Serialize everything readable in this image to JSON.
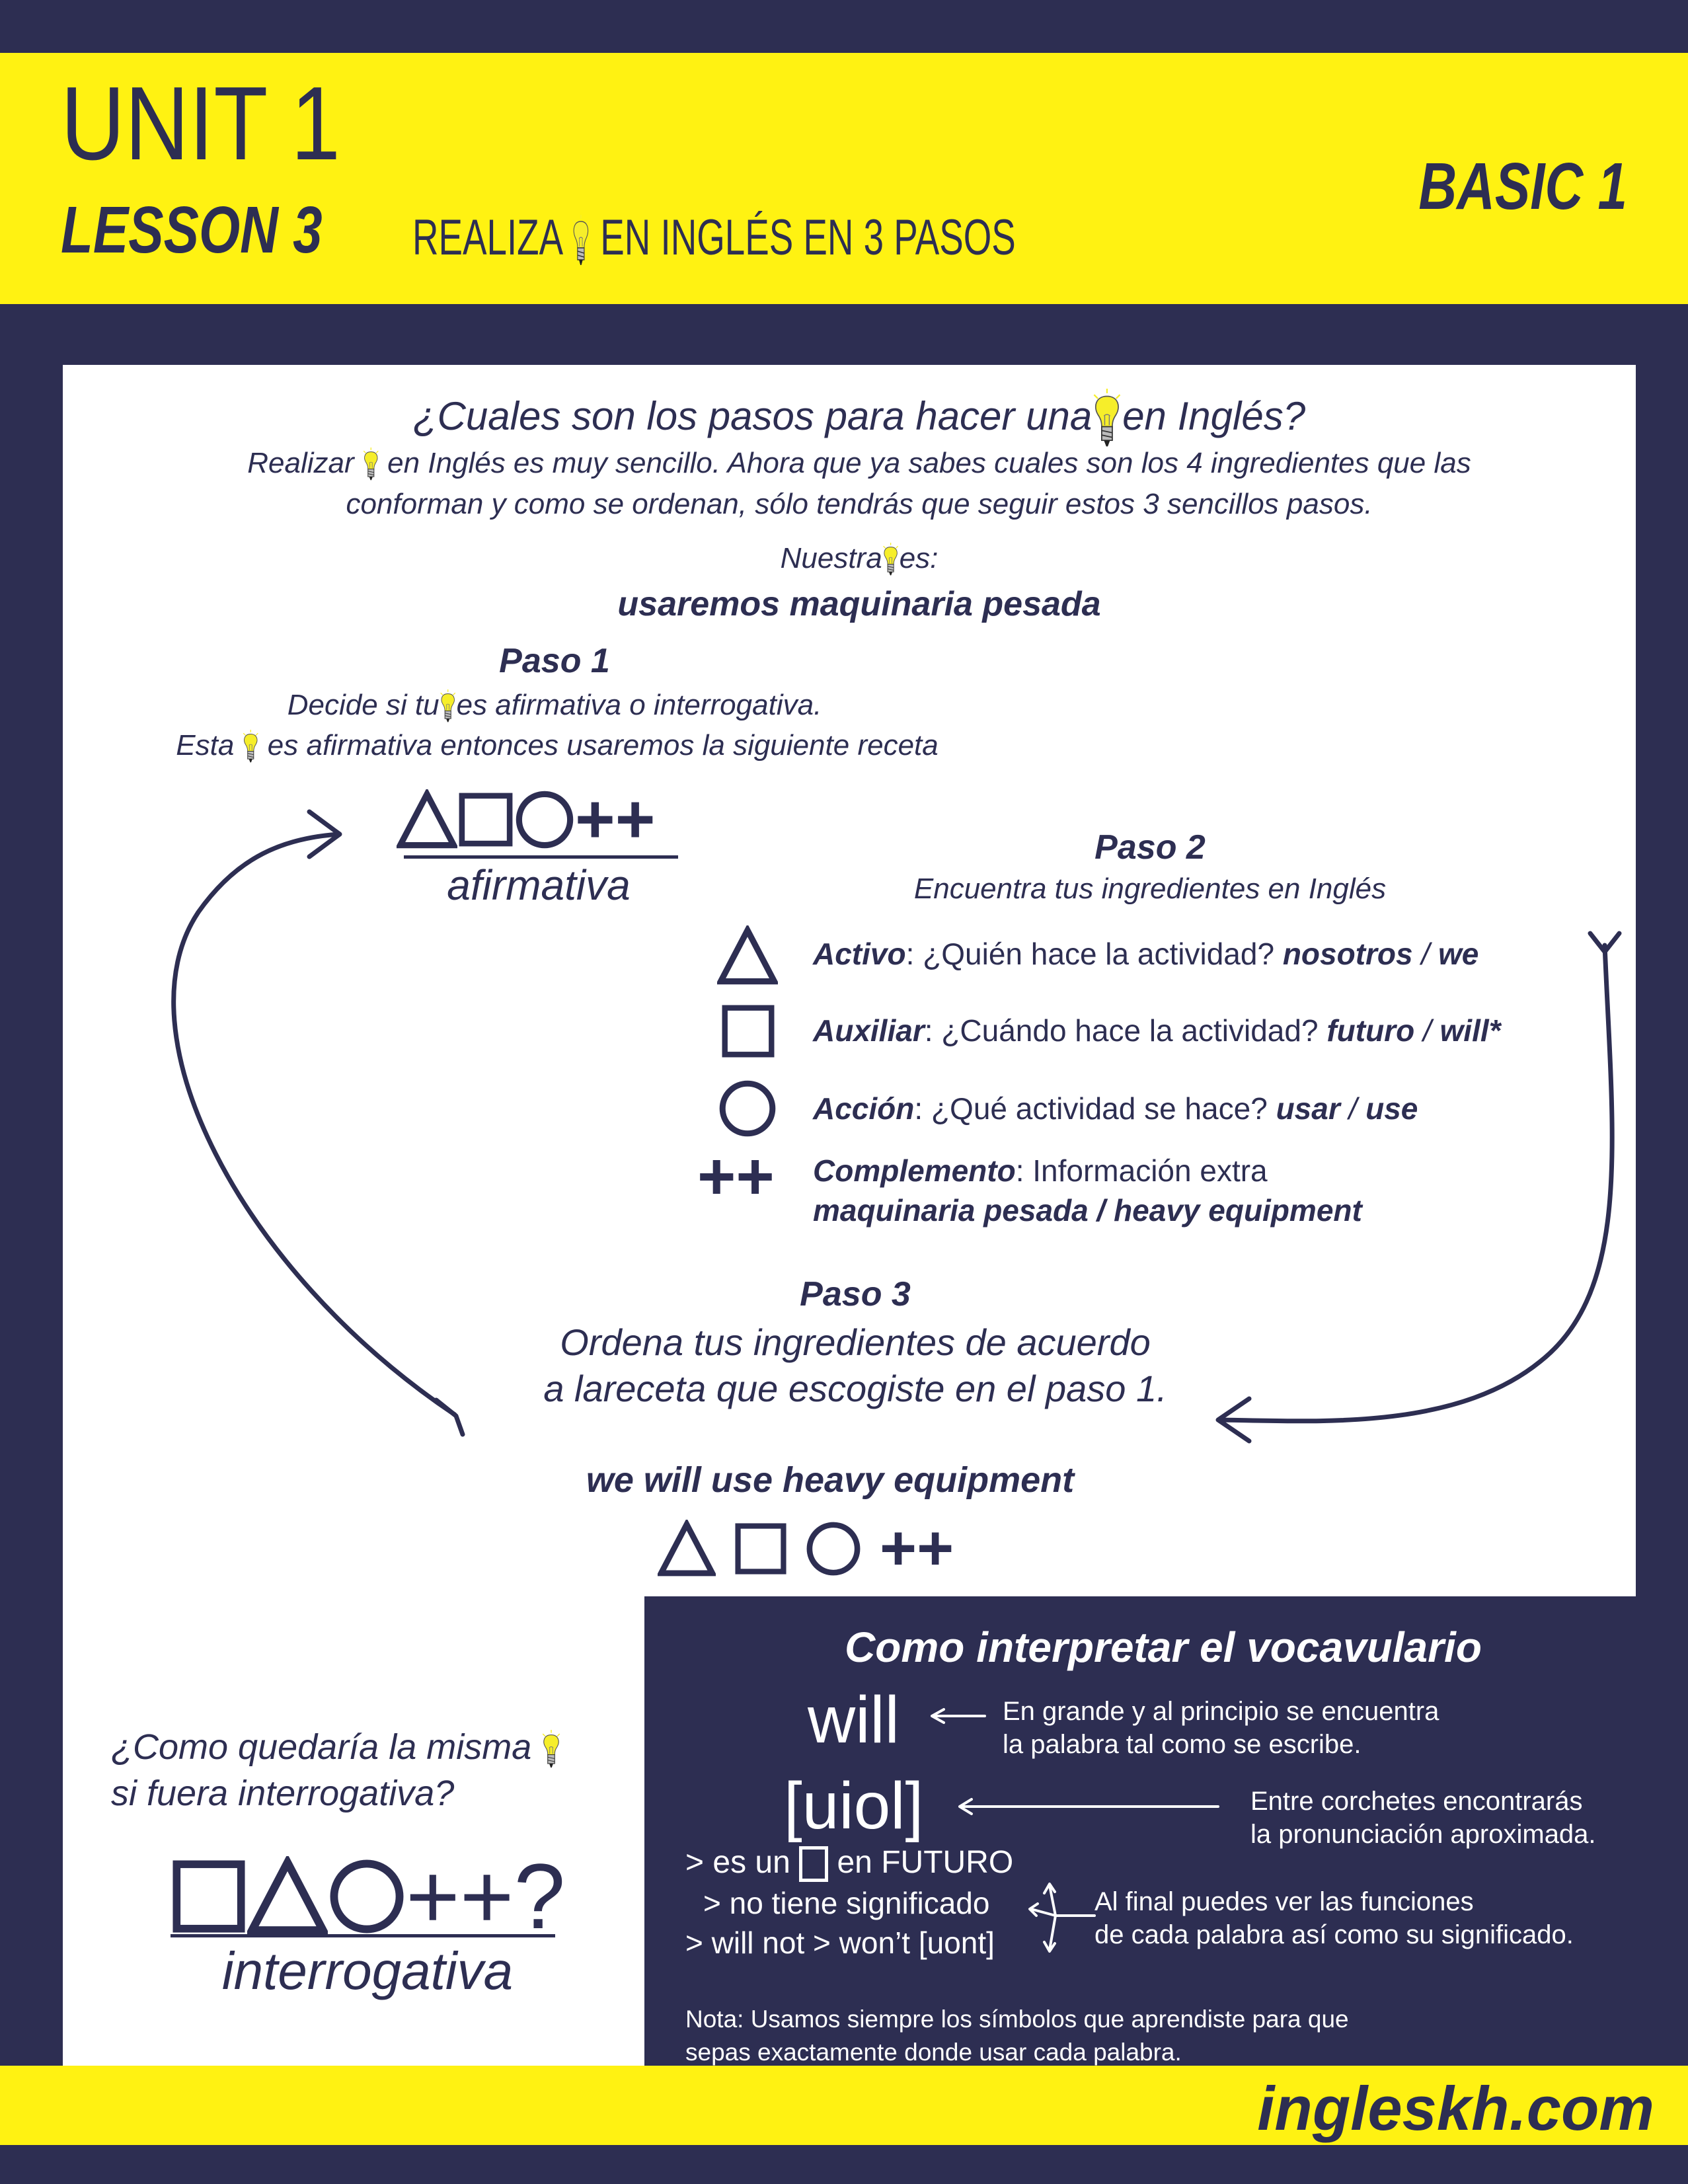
{
  "colors": {
    "navy": "#2d2e52",
    "yellow": "#fff212",
    "white": "#ffffff",
    "bulb": "#f6ee2a"
  },
  "header": {
    "unit": "UNIT 1",
    "lesson": "LESSON 3",
    "subtitle_before": "REALIZA",
    "subtitle_after": "EN INGLÉS EN 3 PASOS",
    "level": "BASIC 1"
  },
  "intro": {
    "question_before": "¿Cuales son los pasos para hacer una",
    "question_after": "en Inglés?",
    "line1_before": "Realizar",
    "line1_after": "en Inglés es muy sencillo. Ahora que ya sabes cuales son los 4 ingredientes que las",
    "line2": "conforman y como se ordenan, sólo tendrás que seguir estos 3 sencillos pasos.",
    "ours_before": "Nuestra",
    "ours_after": "es:",
    "sentence": "usaremos maquinaria pesada"
  },
  "paso1": {
    "title": "Paso 1",
    "line1_before": "Decide si tu",
    "line1_after": "es afirmativa o interrogativa.",
    "line2_before": "Esta",
    "line2_after": "es afirmativa entonces usaremos la siguiente receta",
    "recipe_plus": "++",
    "recipe_label": "afirmativa"
  },
  "paso2": {
    "title": "Paso 2",
    "subtitle": "Encuentra tus ingredientes en Inglés",
    "items": [
      {
        "symbol": "triangle-icon",
        "term": "Activo",
        "question": ": ¿Quién hace la actividad?",
        "es": "nosotros",
        "sep": " / ",
        "en": "we"
      },
      {
        "symbol": "square-icon",
        "term": "Auxiliar",
        "question": ": ¿Cuándo hace la actividad?",
        "es": "futuro",
        "sep": " / ",
        "en": "will*"
      },
      {
        "symbol": "circle-icon",
        "term": "Acción",
        "question": ": ¿Qué actividad se hace?",
        "es": "usar",
        "sep": " / ",
        "en": "use"
      },
      {
        "symbol": "plus-plus-icon",
        "symbol_text": "++",
        "term": "Complemento",
        "question": ": Información extra",
        "es": "maquinaria pesada",
        "sep": " / ",
        "en": "heavy equipment"
      }
    ]
  },
  "paso3": {
    "title": "Paso 3",
    "line1": "Ordena tus ingredientes de acuerdo",
    "line2": "a lareceta que escogiste en el paso 1.",
    "result": "we will use heavy equipment",
    "result_plus": "++"
  },
  "interrogative": {
    "q1_before": "¿Como quedaría la misma",
    "q2": "si fuera interrogativa?",
    "recipe_plus": "++?",
    "recipe_label": "interrogativa"
  },
  "vocab": {
    "title": "Como interpretar el vocavulario",
    "word": "will",
    "word_note1": "En grande y al principio se encuentra",
    "word_note2": "la palabra tal como se escribe.",
    "pron": "[uiol]",
    "pron_note1": "Entre corchetes encontrarás",
    "pron_note2": "la pronunciación aproximada.",
    "f1_before": "> es un",
    "f1_after": "en FUTURO",
    "f2": "> no tiene significado",
    "f3": "> will not > won’t [uont]",
    "func_note1": "Al final puedes ver las funciones",
    "func_note2": "de cada palabra así como su significado.",
    "nota1": "Nota: Usamos siempre los símbolos que aprendiste para que",
    "nota2": "sepas exactamente donde usar cada palabra."
  },
  "footer": {
    "site": "ingleskh.com"
  }
}
